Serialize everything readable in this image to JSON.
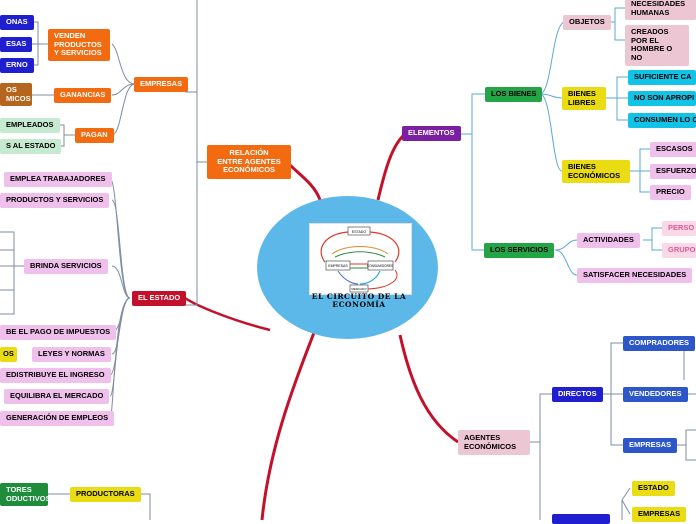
{
  "center": {
    "title": "EL CIRCUITO DE LA\nECONOMÍA",
    "image_labels": {
      "top": "ESTADO",
      "left": "EMPRESAS",
      "right": "CONSUMIDORES",
      "bottom": "MERCADO"
    }
  },
  "branches": {
    "relacion": "RELACIÓN\nENTRE AGENTES\nECONÓMICOS",
    "elementos": "ELEMENTOS",
    "agentes": "AGENTES\nECONÓMICOS"
  },
  "empresas": {
    "label": "EMPRESAS",
    "venden": "VENDEN\nPRODUCTOS\nY SERVICIOS",
    "personas": "ONAS",
    "hogares": "ESAS",
    "gobierno": "ERNO",
    "ganancias": "GANANCIAS",
    "ingresos": "OS\nMICOS",
    "pagan": "PAGAN",
    "empleados": "EMPLEADOS",
    "estado": "S AL ESTADO"
  },
  "el_estado": {
    "label": "EL ESTADO",
    "items": [
      "EMPLEA TRABAJADORES",
      "PRODUCTOS Y SERVICIOS",
      "BRINDA SERVICIOS",
      "BE EL PAGO DE IMPUESTOS",
      "LEYES Y NORMAS",
      "EDISTRIBUYE EL INGRESO",
      "EQUILIBRA EL MERCADO",
      "GENERACIÓN DE EMPLEOS"
    ],
    "side_yellow": "OS"
  },
  "productoras": {
    "label": "PRODUCTORAS",
    "green": "TORES\nODUCTIVOS"
  },
  "elementos": {
    "bienes": "LOS BIENES",
    "objetos": "OBJETOS",
    "necesidades": "NECESIDADES\nHUMANAS",
    "creados": "CREADOS\nPOR EL\nHOMBRE O NO",
    "libres": "BIENES\nLIBRES",
    "suficiente": "SUFICIENTE CA",
    "no_apropiables": "NO SON APROPI",
    "consumen": "CONSUMEN LO C",
    "economicos": "BIENES\nECONÓMICOS",
    "escasos": "ESCASOS",
    "esfuerzo": "ESFUERZO",
    "precio": "PRECIO",
    "servicios": "LOS SERVICIOS",
    "actividades": "ACTIVIDADES",
    "personas": "PERSO",
    "grupos": "GRUPO",
    "satisfacer": "SATISFACER NECESIDADES"
  },
  "agentes": {
    "directos": "DIRECTOS",
    "compradores": "COMPRADORES",
    "vendedores": "VENDEDORES",
    "empresas": "EMPRESAS",
    "estado": "ESTADO",
    "empresas2": "EMPRESAS"
  },
  "colors": {
    "center": "#5bb8e8",
    "line_main": "#c3112b",
    "line_blue": "#5aa9d6",
    "line_gray": "#7f8da0"
  }
}
